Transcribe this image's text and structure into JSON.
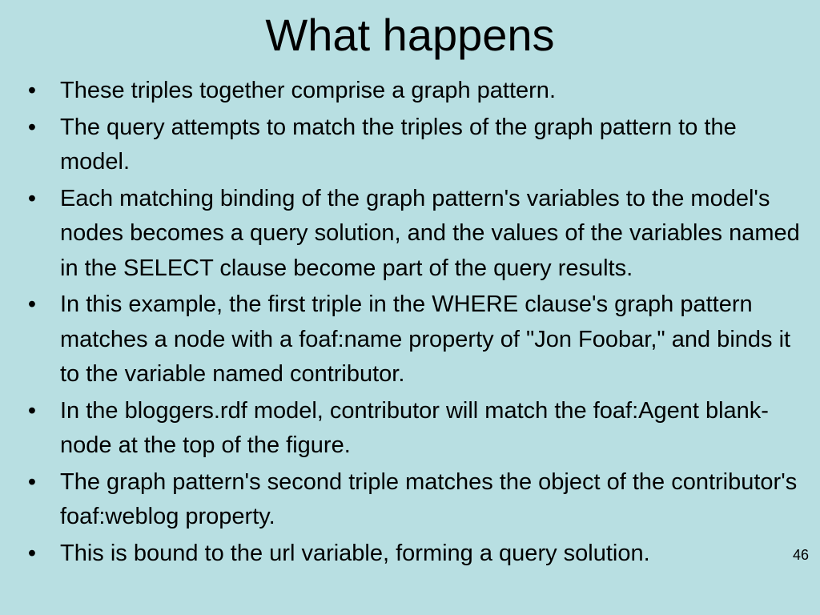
{
  "slide": {
    "title": "What happens",
    "bullet_symbol": "•",
    "bullets": [
      "These triples together comprise a graph pattern.",
      "The query attempts to match the triples of the graph pattern to the model.",
      "Each matching binding of the graph pattern's variables to the model's nodes becomes a query solution, and the values of the variables named in the SELECT clause become part of the query results.",
      "In this example, the first triple in the WHERE clause's graph pattern matches a node with a foaf:name property of \"Jon Foobar,\" and binds it to the variable named contributor.",
      "In the bloggers.rdf model, contributor will match the foaf:Agent blank-node at the top of the figure.",
      "The graph pattern's second triple matches the object of the contributor's foaf:weblog property.",
      "This is bound to the url variable, forming a query solution."
    ],
    "page_number": "46"
  },
  "colors": {
    "background": "#b8dfe2",
    "text": "#000000"
  }
}
